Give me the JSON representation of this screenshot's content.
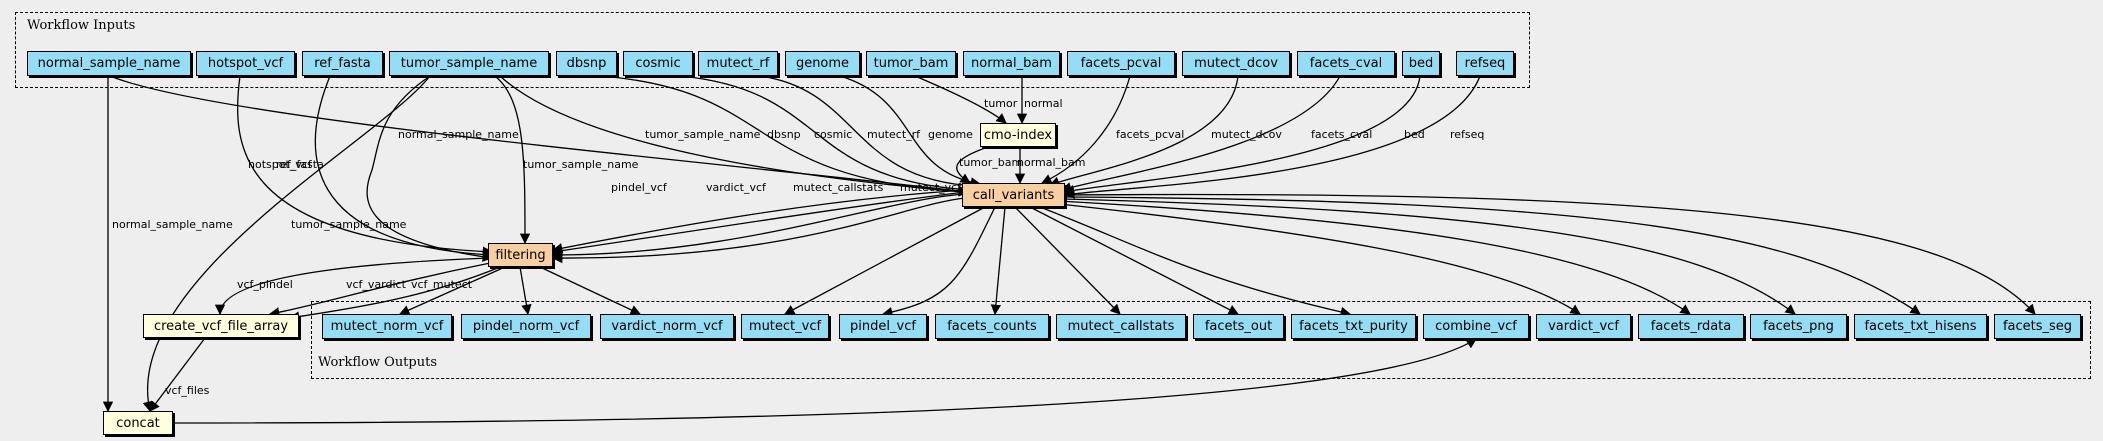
{
  "clusters": {
    "inputs": {
      "label": "Workflow Inputs"
    },
    "outputs": {
      "label": "Workflow Outputs"
    }
  },
  "colors": {
    "io_fill": "#94ddf4",
    "step_fill": "#ffffdd",
    "subworkflow_fill": "#f8cfa0",
    "background": "#eeeeee",
    "stroke": "#000000"
  },
  "nodes": {
    "normal_sample_name": "normal_sample_name",
    "hotspot_vcf": "hotspot_vcf",
    "ref_fasta": "ref_fasta",
    "tumor_sample_name": "tumor_sample_name",
    "dbsnp": "dbsnp",
    "cosmic": "cosmic",
    "mutect_rf": "mutect_rf",
    "genome": "genome",
    "tumor_bam": "tumor_bam",
    "normal_bam": "normal_bam",
    "facets_pcval": "facets_pcval",
    "mutect_dcov": "mutect_dcov",
    "facets_cval": "facets_cval",
    "bed": "bed",
    "refseq": "refseq",
    "cmo_index": "cmo-index",
    "call_variants": "call_variants",
    "filtering": "filtering",
    "create_vcf_file_array": "create_vcf_file_array",
    "concat": "concat",
    "out_mutect_norm_vcf": "mutect_norm_vcf",
    "out_pindel_norm_vcf": "pindel_norm_vcf",
    "out_vardict_norm_vcf": "vardict_norm_vcf",
    "out_mutect_vcf": "mutect_vcf",
    "out_pindel_vcf": "pindel_vcf",
    "out_facets_counts": "facets_counts",
    "out_mutect_callstats": "mutect_callstats",
    "out_facets_out": "facets_out",
    "out_facets_txt_purity": "facets_txt_purity",
    "out_combine_vcf": "combine_vcf",
    "out_vardict_vcf": "vardict_vcf",
    "out_facets_rdata": "facets_rdata",
    "out_facets_png": "facets_png",
    "out_facets_txt_hisens": "facets_txt_hisens",
    "out_facets_seg": "facets_seg"
  },
  "edge_labels": {
    "e_normal_sample_name_call": "normal_sample_name",
    "e_tumor_sample_name_call": "tumor_sample_name",
    "e_dbsnp": "dbsnp",
    "e_cosmic": "cosmic",
    "e_mutect_rf": "mutect_rf",
    "e_genome": "genome",
    "e_tumor": "tumor",
    "e_normal": "normal",
    "e_facets_pcval": "facets_pcval",
    "e_mutect_dcov": "mutect_dcov",
    "e_facets_cval": "facets_cval",
    "e_bed": "bed",
    "e_refseq": "refseq",
    "e_tumor_bam": "tumor_bam",
    "e_normal_bam": "normal_bam",
    "e_hotspot_vcf": "hotspot_vcf",
    "e_ref_fasta": "ref_fasta",
    "e_tumor_sample_name_filter_a": "tumor_sample_name",
    "e_tumor_sample_name_filter_b": "tumor_sample_name",
    "e_normal_sample_name_concat": "normal_sample_name",
    "e_pindel_vcf": "pindel_vcf",
    "e_vardict_vcf": "vardict_vcf",
    "e_mutect_callstats": "mutect_callstats",
    "e_mutect_vcf": "mutect_vcf",
    "e_vcf_pindel": "vcf_pindel",
    "e_vcf_vardict": "vcf_vardict",
    "e_vcf_mutect": "vcf_mutect",
    "e_vcf_files": "vcf_files"
  }
}
